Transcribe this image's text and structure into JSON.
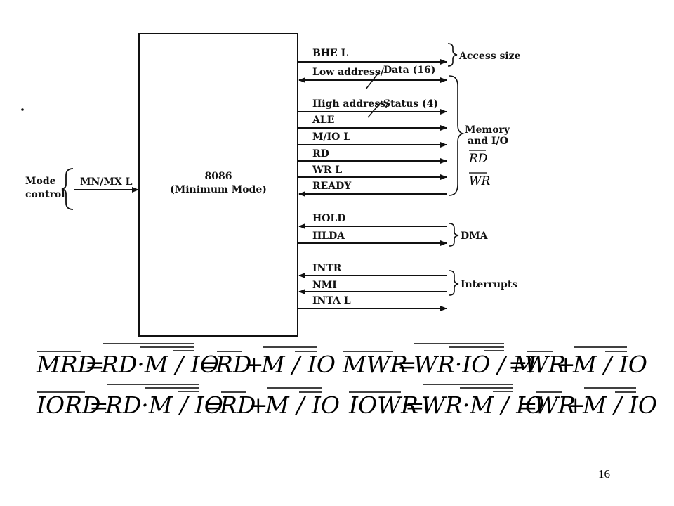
{
  "chip": {
    "title": "8086",
    "subtitle": "(Minimum Mode)"
  },
  "mode_control": {
    "label_line1": "Mode",
    "label_line2": "control",
    "signal": "MN/MX L"
  },
  "signals": {
    "bhe": "BHE L",
    "low_addr": "Low address/",
    "low_data": "Data (16)",
    "high_addr": "High address/",
    "high_status": "Status (4)",
    "ale": "ALE",
    "mio": "M/IO L",
    "rd": "RD",
    "wr": "WR L",
    "ready": "READY",
    "hold": "HOLD",
    "hlda": "HLDA",
    "intr": "INTR",
    "nmi": "NMI",
    "inta": "INTA L"
  },
  "groups": {
    "access_size": "Access size",
    "memory_line1": "Memory",
    "memory_line2": "and I/O",
    "rd_bar": "RD",
    "wr_bar": "WR",
    "dma": "DMA",
    "interrupts": "Interrupts"
  },
  "equations": {
    "mrd": [
      "MRD",
      "=",
      "RD·M / IO",
      "=",
      "RD",
      "+",
      "M / IO"
    ],
    "mwr": [
      "MWR",
      "=",
      "WR·IO / M",
      "=",
      "WR",
      "+",
      "M / IO"
    ],
    "iord": [
      "IORD",
      "=",
      "RD·M / IO",
      "=",
      "RD",
      "+",
      "M / IO"
    ],
    "iowr": [
      "IOWR",
      "=",
      "WR·M / IO",
      "=",
      "WR",
      "+",
      "M / IO"
    ]
  },
  "page_number": "16"
}
